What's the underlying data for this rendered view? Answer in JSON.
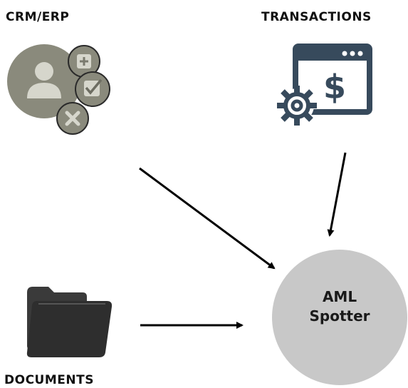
{
  "nodes": {
    "crm": {
      "label": "CRM/ERP",
      "icon": "crm-users-icon"
    },
    "transactions": {
      "label": "TRANSACTIONS",
      "icon": "transaction-settings-icon"
    },
    "documents": {
      "label": "DOCUMENTS",
      "icon": "folder-icon"
    },
    "hub": {
      "line1": "AML",
      "line2": "Spotter"
    }
  },
  "edges": [
    {
      "from": "crm",
      "to": "hub"
    },
    {
      "from": "transactions",
      "to": "hub"
    },
    {
      "from": "documents",
      "to": "hub"
    }
  ],
  "colors": {
    "crm_icon": "#8a8a7c",
    "transactions_icon": "#374a5c",
    "documents_icon": "#2e2e2e",
    "hub_fill": "#c8c8c8",
    "arrow": "#000000"
  }
}
